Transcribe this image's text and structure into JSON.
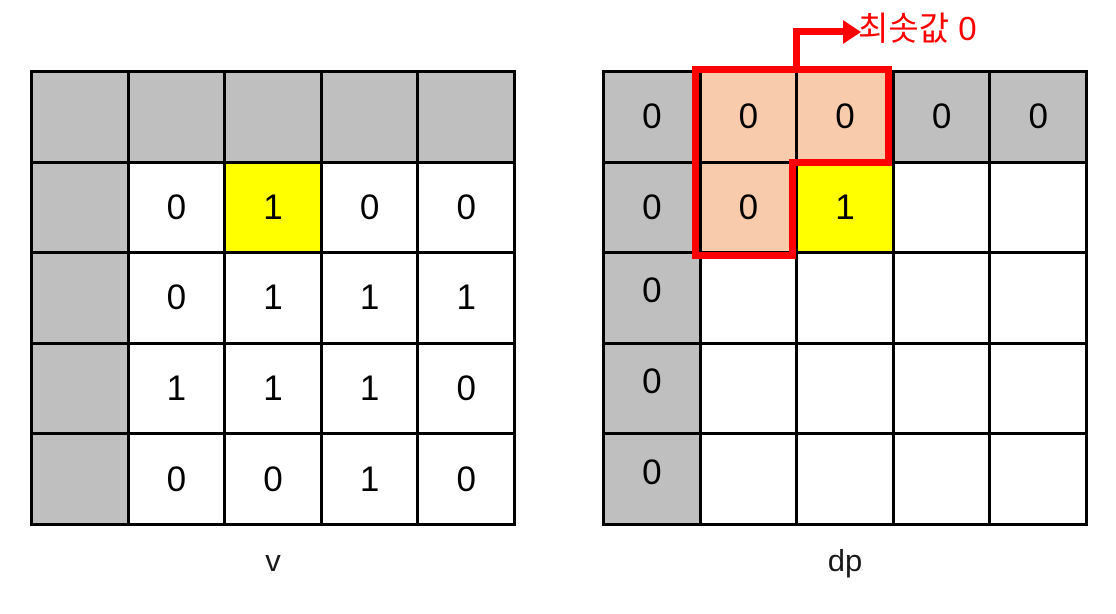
{
  "diagram": {
    "title_left": "v",
    "title_right": "dp",
    "annotation": {
      "label": "최솟값 0",
      "color": "#ff0000",
      "arrow_icon": "arrow-right-icon"
    },
    "colors": {
      "header_gray": "#bfbfbf",
      "highlight_yellow": "#ffff00",
      "region_peach": "#f8cbad",
      "accent_red": "#ff0000",
      "grid_line": "#000000",
      "cell_white": "#ffffff"
    }
  },
  "chart_data": {
    "type": "table",
    "title": "최솟값 0",
    "tables": [
      {
        "name": "v",
        "caption": "v",
        "rows": 5,
        "cols": 5,
        "cells": [
          [
            {
              "text": "",
              "fill": "gray"
            },
            {
              "text": "",
              "fill": "gray"
            },
            {
              "text": "",
              "fill": "gray"
            },
            {
              "text": "",
              "fill": "gray"
            },
            {
              "text": "",
              "fill": "gray"
            }
          ],
          [
            {
              "text": "",
              "fill": "gray"
            },
            {
              "text": "0",
              "fill": "white"
            },
            {
              "text": "1",
              "fill": "yellow"
            },
            {
              "text": "0",
              "fill": "white"
            },
            {
              "text": "0",
              "fill": "white"
            }
          ],
          [
            {
              "text": "",
              "fill": "gray"
            },
            {
              "text": "0",
              "fill": "white"
            },
            {
              "text": "1",
              "fill": "white"
            },
            {
              "text": "1",
              "fill": "white"
            },
            {
              "text": "1",
              "fill": "white"
            }
          ],
          [
            {
              "text": "",
              "fill": "gray"
            },
            {
              "text": "1",
              "fill": "white"
            },
            {
              "text": "1",
              "fill": "white"
            },
            {
              "text": "1",
              "fill": "white"
            },
            {
              "text": "0",
              "fill": "white"
            }
          ],
          [
            {
              "text": "",
              "fill": "gray"
            },
            {
              "text": "0",
              "fill": "white"
            },
            {
              "text": "0",
              "fill": "white"
            },
            {
              "text": "1",
              "fill": "white"
            },
            {
              "text": "0",
              "fill": "white"
            }
          ]
        ]
      },
      {
        "name": "dp",
        "caption": "dp",
        "rows": 5,
        "cols": 5,
        "cells": [
          [
            {
              "text": "0",
              "fill": "gray"
            },
            {
              "text": "0",
              "fill": "peach"
            },
            {
              "text": "0",
              "fill": "peach"
            },
            {
              "text": "0",
              "fill": "gray"
            },
            {
              "text": "0",
              "fill": "gray"
            }
          ],
          [
            {
              "text": "0",
              "fill": "gray"
            },
            {
              "text": "0",
              "fill": "peach"
            },
            {
              "text": "1",
              "fill": "yellow"
            },
            {
              "text": "",
              "fill": "white"
            },
            {
              "text": "",
              "fill": "white"
            }
          ],
          [
            {
              "text": "0",
              "fill": "gray"
            },
            {
              "text": "",
              "fill": "white"
            },
            {
              "text": "",
              "fill": "white"
            },
            {
              "text": "",
              "fill": "white"
            },
            {
              "text": "",
              "fill": "white"
            }
          ],
          [
            {
              "text": "0",
              "fill": "gray"
            },
            {
              "text": "",
              "fill": "white"
            },
            {
              "text": "",
              "fill": "white"
            },
            {
              "text": "",
              "fill": "white"
            },
            {
              "text": "",
              "fill": "white"
            }
          ],
          [
            {
              "text": "0",
              "fill": "gray"
            },
            {
              "text": "",
              "fill": "white"
            },
            {
              "text": "",
              "fill": "white"
            },
            {
              "text": "",
              "fill": "white"
            },
            {
              "text": "",
              "fill": "white"
            }
          ]
        ]
      }
    ],
    "annotations": [
      {
        "text": "최솟값 0",
        "color": "#ff0000",
        "points_to": "dp region r0c1,r0c2,r1c1",
        "region_shape": "L-shaped outline"
      }
    ],
    "legend": [],
    "grid": true
  }
}
